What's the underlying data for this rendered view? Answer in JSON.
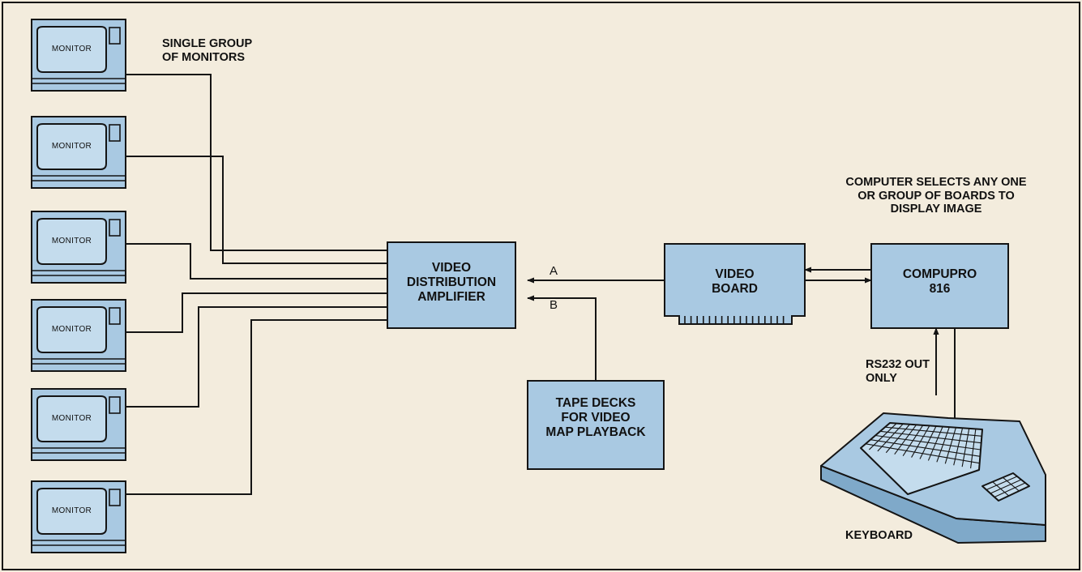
{
  "colors": {
    "background": "#f3ecdd",
    "fill": "#a9c9e2",
    "stroke": "#141414"
  },
  "monitors": [
    {
      "label": "MONITOR"
    },
    {
      "label": "MONITOR"
    },
    {
      "label": "MONITOR"
    },
    {
      "label": "MONITOR"
    },
    {
      "label": "MONITOR"
    },
    {
      "label": "MONITOR"
    }
  ],
  "monitor_group_label": "SINGLE GROUP\nOF MONITORS",
  "amplifier_label": "VIDEO\nDISTRIBUTION\nAMPLIFIER",
  "video_board_label": "VIDEO\nBOARD",
  "computer_label": "COMPUPRO\n816",
  "tape_decks_label": "TAPE DECKS\nFOR VIDEO\nMAP PLAYBACK",
  "computer_note": "COMPUTER SELECTS ANY ONE\nOR GROUP OF BOARDS TO\nDISPLAY IMAGE",
  "rs232_label": "RS232 OUT\nONLY",
  "keyboard_label": "KEYBOARD",
  "input_a_label": "A",
  "input_b_label": "B"
}
